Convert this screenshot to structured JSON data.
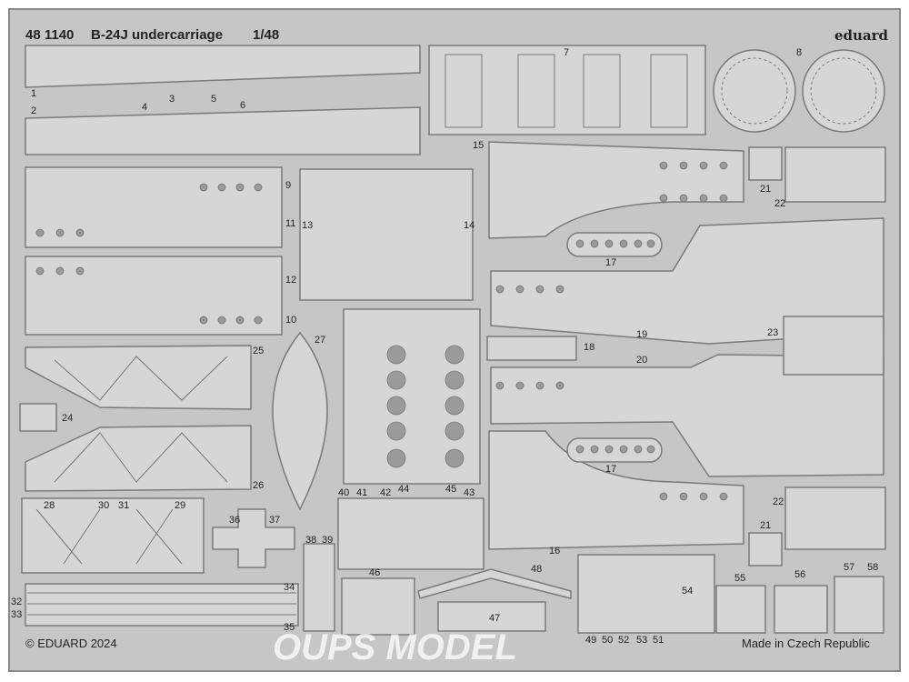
{
  "header": {
    "code": "48 1140",
    "title": "B-24J undercarriage",
    "scale": "1/48",
    "brand": "eduard"
  },
  "footer": {
    "copyright": "© EDUARD 2024",
    "origin": "Made in Czech Republic"
  },
  "watermark": "OUPS MODEL",
  "part_numbers": [
    "1",
    "2",
    "3",
    "4",
    "5",
    "6",
    "7",
    "8",
    "9",
    "10",
    "11",
    "12",
    "13",
    "14",
    "15",
    "16",
    "17",
    "17",
    "18",
    "19",
    "20",
    "21",
    "21",
    "22",
    "22",
    "23",
    "24",
    "25",
    "26",
    "27",
    "28",
    "29",
    "30",
    "31",
    "32",
    "33",
    "34",
    "35",
    "36",
    "37",
    "38",
    "39",
    "40",
    "41",
    "42",
    "43",
    "44",
    "45",
    "46",
    "47",
    "48",
    "49",
    "50",
    "52",
    "53",
    "51",
    "54",
    "55",
    "56",
    "57",
    "58"
  ],
  "colors": {
    "fret": "#c8c8c8",
    "part": "#d4d4d4",
    "edge": "#7a7a7a",
    "hole": "#9a9a9a"
  }
}
